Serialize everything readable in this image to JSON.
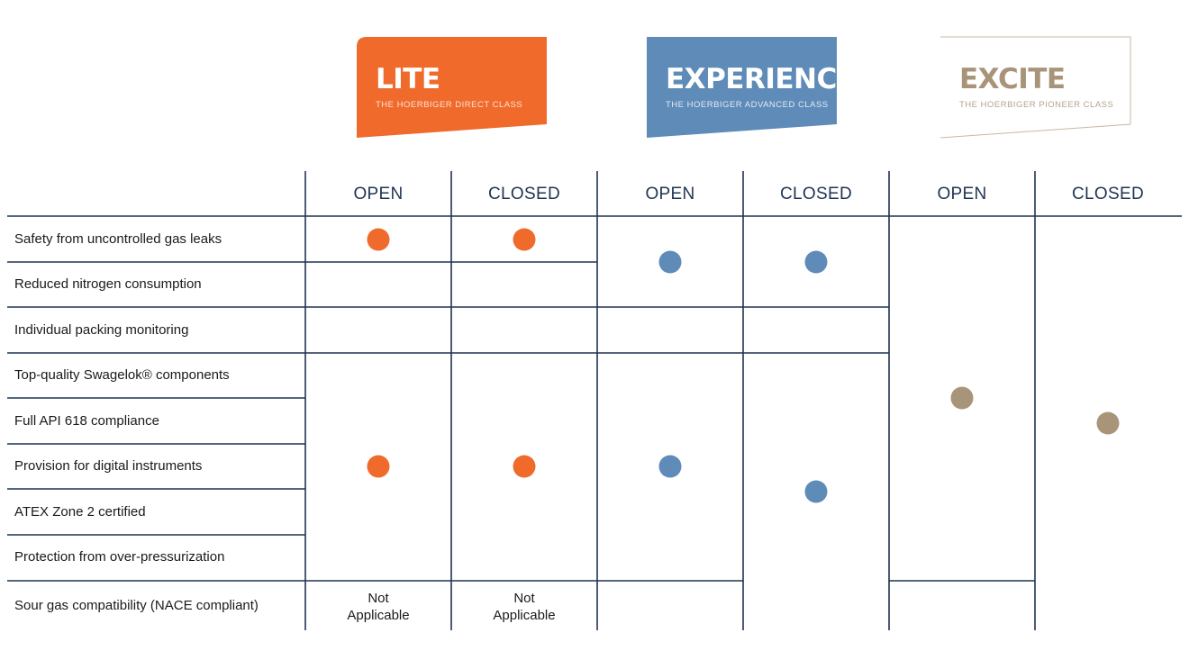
{
  "colors": {
    "lite": "#f06a2c",
    "experience": "#5e8bb8",
    "excite": "#a89479",
    "grid": "#1f3452"
  },
  "badges": {
    "lite": {
      "title": "LITE",
      "subtitle": "THE HOERBIGER DIRECT CLASS"
    },
    "experience": {
      "title": "EXPERIENCE",
      "subtitle": "THE HOERBIGER ADVANCED CLASS"
    },
    "excite": {
      "title": "EXCITE",
      "subtitle": "THE HOERBIGER PIONEER CLASS"
    }
  },
  "columns": [
    {
      "label": "OPEN",
      "class": "lite"
    },
    {
      "label": "CLOSED",
      "class": "lite"
    },
    {
      "label": "OPEN",
      "class": "experience"
    },
    {
      "label": "CLOSED",
      "class": "experience"
    },
    {
      "label": "OPEN",
      "class": "excite"
    },
    {
      "label": "CLOSED",
      "class": "excite"
    }
  ],
  "rows": [
    "Safety from uncontrolled gas leaks",
    "Reduced nitrogen consumption",
    "Individual packing monitoring",
    "Top-quality Swagelok® components",
    "Full API 618 compliance",
    "Provision for digital instruments",
    "ATEX Zone 2 certified",
    "Protection from over-pressurization",
    "Sour gas compatibility (NACE compliant)"
  ],
  "not_applicable": {
    "line1": "Not",
    "line2": "Applicable"
  }
}
